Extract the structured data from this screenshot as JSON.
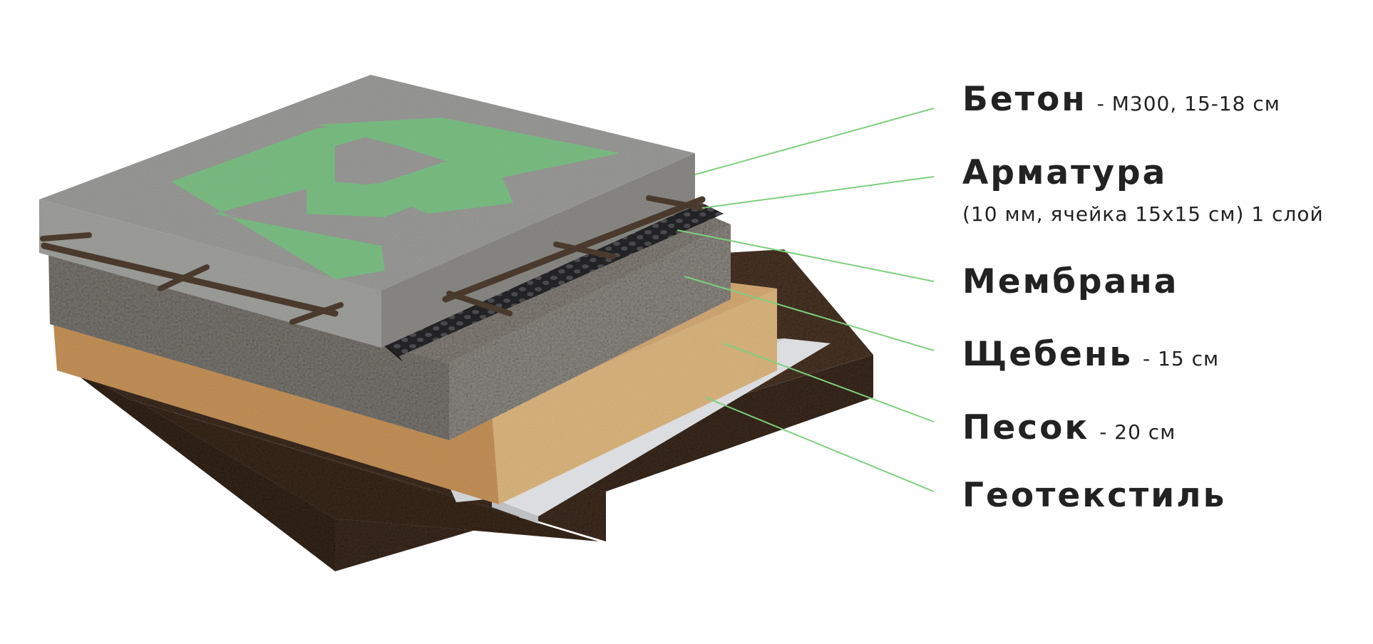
{
  "layers": [
    {
      "key": "beton",
      "name": "Бетон",
      "spec": "- М300, 15-18 см"
    },
    {
      "key": "armatura",
      "name": "Арматура",
      "sub": "(10 мм, ячейка 15x15 см) 1 слой"
    },
    {
      "key": "membrana",
      "name": "Мембрана"
    },
    {
      "key": "shcheben",
      "name": "Щебень",
      "spec": "- 15 см"
    },
    {
      "key": "pesok",
      "name": "Песок",
      "spec": "- 20 см"
    },
    {
      "key": "geotextile",
      "name": "Геотекстиль"
    }
  ],
  "colors": {
    "leader_line": "#7ed07e",
    "logo_green": "#6fc27a",
    "concrete": "#9a9a98",
    "gravel": "#7e7a76",
    "membrane": "#2b2b2d",
    "sand": "#d3a56d",
    "geotextile": "#dedfe2",
    "soil": "#4a3526",
    "rebar": "#4a3a2d"
  }
}
